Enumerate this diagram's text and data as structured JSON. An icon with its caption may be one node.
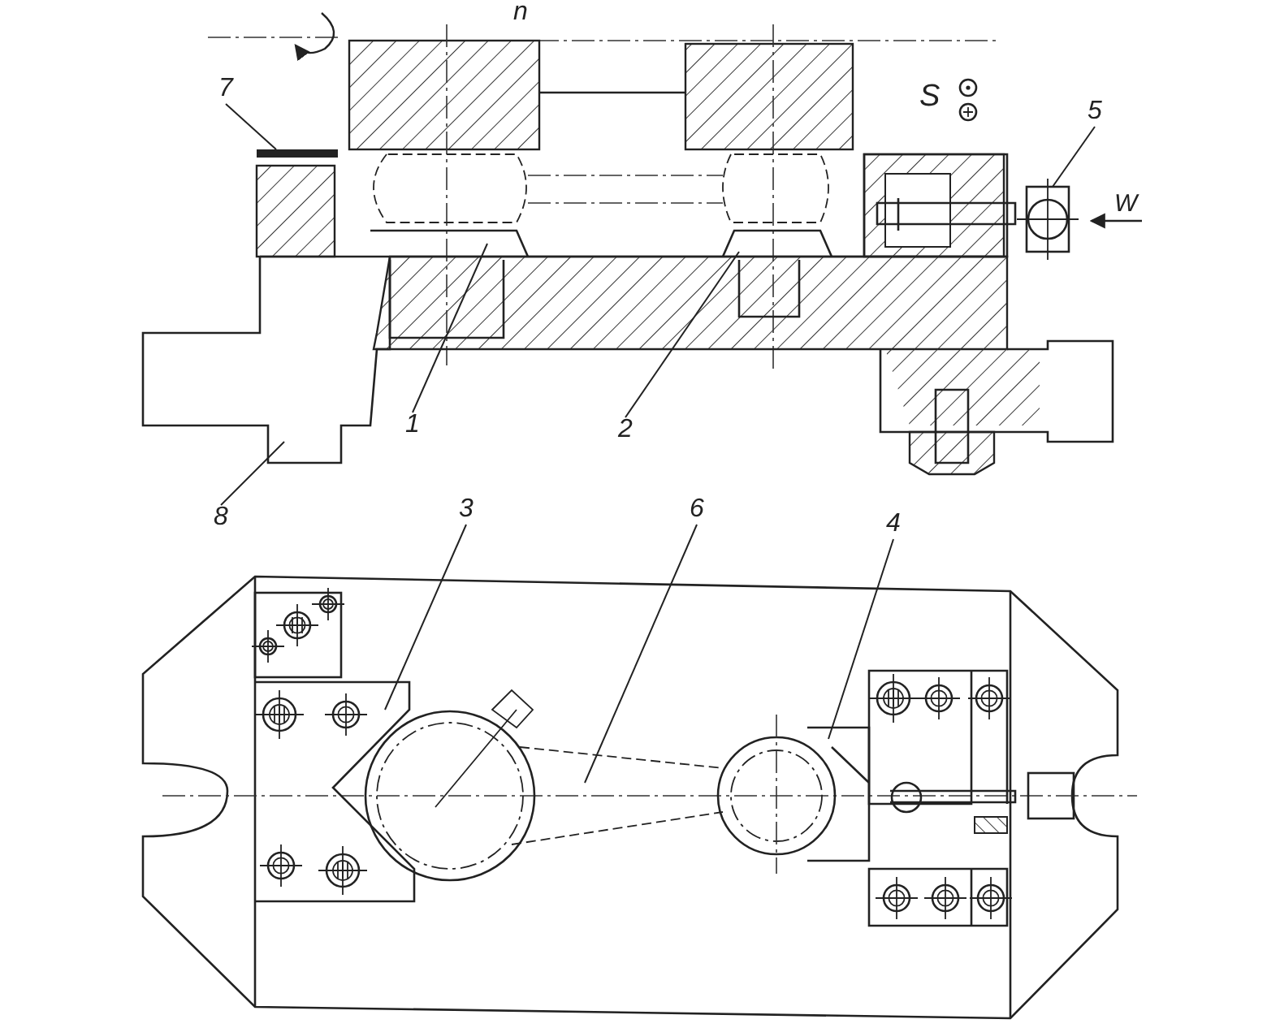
{
  "diagram": {
    "nodes": [
      {
        "text": [
          "7"
        ]
      },
      {
        "text": [
          "5"
        ]
      },
      {
        "text": [
          "1"
        ]
      },
      {
        "text": [
          "2"
        ]
      },
      {
        "text": [
          "8"
        ]
      },
      {
        "text": [
          "3"
        ]
      },
      {
        "text": [
          "6"
        ]
      },
      {
        "text": [
          "4"
        ]
      }
    ],
    "edges": [
      {
        "from": 0,
        "to": null,
        "arrow": "none"
      },
      {
        "from": 1,
        "to": null,
        "arrow": "none"
      },
      {
        "from": 2,
        "to": null,
        "arrow": "none"
      },
      {
        "from": 3,
        "to": null,
        "arrow": "none"
      },
      {
        "from": 4,
        "to": null,
        "arrow": "none"
      },
      {
        "from": 5,
        "to": null,
        "arrow": "none"
      },
      {
        "from": 6,
        "to": null,
        "arrow": "none"
      },
      {
        "from": 7,
        "to": null,
        "arrow": "none"
      }
    ],
    "labels": [
      "n",
      "S",
      "W"
    ]
  }
}
